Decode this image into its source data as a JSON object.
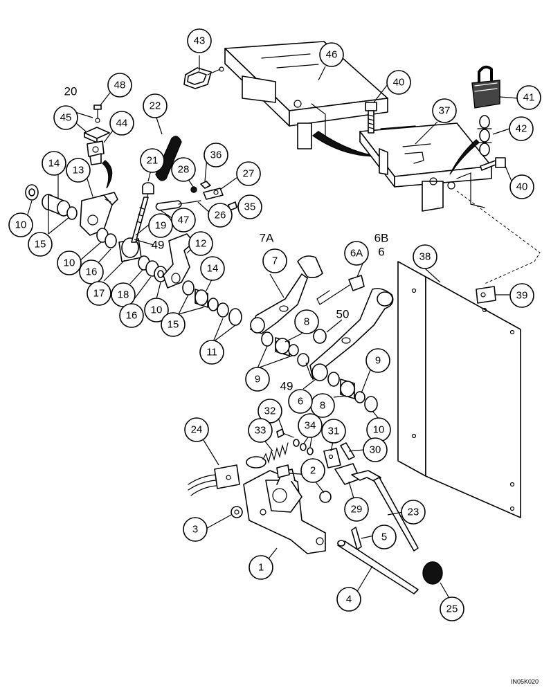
{
  "figure_code": "IN05K020",
  "callouts": [
    {
      "id": "c43",
      "label": "43"
    },
    {
      "id": "c46",
      "label": "46"
    },
    {
      "id": "c40a",
      "label": "40"
    },
    {
      "id": "c41",
      "label": "41"
    },
    {
      "id": "c37",
      "label": "37"
    },
    {
      "id": "c42",
      "label": "42"
    },
    {
      "id": "c40b",
      "label": "40"
    },
    {
      "id": "c48",
      "label": "48"
    },
    {
      "id": "c45",
      "label": "45"
    },
    {
      "id": "c44",
      "label": "44"
    },
    {
      "id": "c22",
      "label": "22"
    },
    {
      "id": "c36",
      "label": "36"
    },
    {
      "id": "c21",
      "label": "21"
    },
    {
      "id": "c28",
      "label": "28"
    },
    {
      "id": "c27",
      "label": "27"
    },
    {
      "id": "c14a",
      "label": "14"
    },
    {
      "id": "c13",
      "label": "13"
    },
    {
      "id": "c35",
      "label": "35"
    },
    {
      "id": "c10a",
      "label": "10"
    },
    {
      "id": "c26",
      "label": "26"
    },
    {
      "id": "c47",
      "label": "47"
    },
    {
      "id": "c19",
      "label": "19"
    },
    {
      "id": "c15a",
      "label": "15"
    },
    {
      "id": "c10b",
      "label": "10"
    },
    {
      "id": "c12",
      "label": "12"
    },
    {
      "id": "c16a",
      "label": "16"
    },
    {
      "id": "c7",
      "label": "7"
    },
    {
      "id": "c6a",
      "label": "6A"
    },
    {
      "id": "c38",
      "label": "38"
    },
    {
      "id": "c14b",
      "label": "14"
    },
    {
      "id": "c17",
      "label": "17"
    },
    {
      "id": "c18",
      "label": "18"
    },
    {
      "id": "c39",
      "label": "39"
    },
    {
      "id": "c16b",
      "label": "16"
    },
    {
      "id": "c10c",
      "label": "10"
    },
    {
      "id": "c15b",
      "label": "15"
    },
    {
      "id": "c8a",
      "label": "8"
    },
    {
      "id": "c11",
      "label": "11"
    },
    {
      "id": "c9a",
      "label": "9"
    },
    {
      "id": "c9b",
      "label": "9"
    },
    {
      "id": "c8b",
      "label": "8"
    },
    {
      "id": "c6",
      "label": "6"
    },
    {
      "id": "c10d",
      "label": "10"
    },
    {
      "id": "c32",
      "label": "32"
    },
    {
      "id": "c34",
      "label": "34"
    },
    {
      "id": "c33",
      "label": "33"
    },
    {
      "id": "c31",
      "label": "31"
    },
    {
      "id": "c24",
      "label": "24"
    },
    {
      "id": "c30",
      "label": "30"
    },
    {
      "id": "c2",
      "label": "2"
    },
    {
      "id": "c29",
      "label": "29"
    },
    {
      "id": "c23",
      "label": "23"
    },
    {
      "id": "c3",
      "label": "3"
    },
    {
      "id": "c5",
      "label": "5"
    },
    {
      "id": "c1",
      "label": "1"
    },
    {
      "id": "c4",
      "label": "4"
    },
    {
      "id": "c25",
      "label": "25"
    }
  ],
  "free_labels": [
    {
      "id": "t20",
      "label": "20"
    },
    {
      "id": "t49a",
      "label": "49"
    },
    {
      "id": "t7a",
      "label": "7A"
    },
    {
      "id": "t6b",
      "label": "6B"
    },
    {
      "id": "t6",
      "label": "6"
    },
    {
      "id": "t50",
      "label": "50"
    },
    {
      "id": "t49b",
      "label": "49"
    }
  ]
}
